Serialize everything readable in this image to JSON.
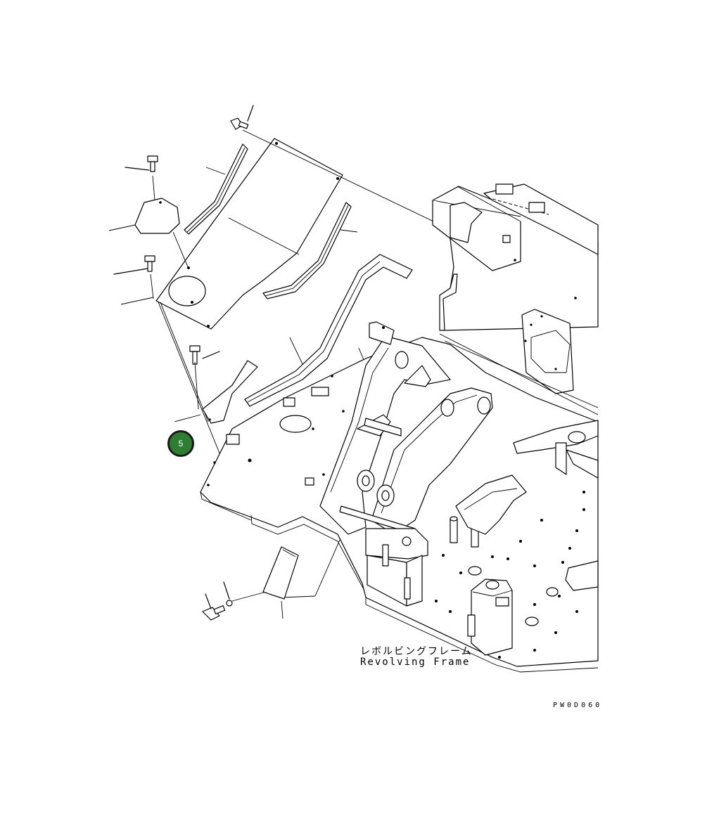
{
  "diagram": {
    "label_jp": "レボルビングフレーム",
    "label_en": "Revolving Frame",
    "drawing_code": "PW0D060",
    "callout": {
      "number": "5",
      "fill": "#2e7d32",
      "ring": "#1a1a1a"
    }
  }
}
